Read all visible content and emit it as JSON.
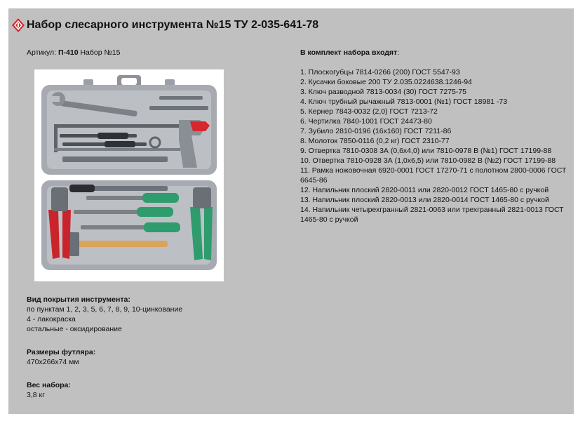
{
  "title": "Набор слесарного инструмента №15 ТУ 2-035-641-78",
  "article": {
    "label": "Артикул: ",
    "code": "П-410",
    "name": " Набор №15"
  },
  "coating": {
    "heading": "Вид покрытия инструмента:",
    "lines": [
      "по пунктам 1, 2, 3, 5, 6, 7, 8, 9, 10-цинкование",
      "4 - лакокраска",
      "остальные - оксидирование"
    ]
  },
  "case_size": {
    "heading": "Размеры футляра:",
    "value": "470x266x74 мм"
  },
  "weight": {
    "heading": "Вес набора:",
    "value": "3,8 кг"
  },
  "contents": {
    "heading": "В комплект набора входят",
    "colon": ":",
    "items": [
      "1. Плоскогубцы 7814-0266 (200) ГОСТ 5547-93",
      "2. Кусачки боковые 200 ТУ 2.035.0224638.1246-94",
      "3. Ключ разводной 7813-0034 (30) ГОСТ 7275-75",
      "4. Ключ трубный рычажный 7813-0001 (№1) ГОСТ 18981 -73",
      "5. Кернер 7843-0032 (2,0) ГОСТ 7213-72",
      "6. Чертилка 7840-1001 ГОСТ 24473-80",
      "7. Зубило 2810-0196 (16х160) ГОСТ 7211-86",
      "8. Молоток 7850-0116 (0,2 кг) ГОСТ 2310-77",
      "9. Отвертка 7810-0308 3А (0,6х4,0) или 7810-0978 В (№1) ГОСТ 17199-88",
      "10. Отвертка 7810-0928 3А (1,0х6,5) или 7810-0982 В (№2) ГОСТ 17199-88",
      "11. Рамка ножовочная 6920-0001 ГОСТ 17270-71 с полотном 2800-0006 ГОСТ 6645-86",
      "12. Напильник плоский 2820-0011 или 2820-0012 ГОСТ 1465-80 с ручкой",
      "13. Напильник плоский 2820-0013 или 2820-0014 ГОСТ 1465-80 с ручкой",
      "14. Напильник четырехгранный 2821-0063 или трехгранный 2821-0013 ГОСТ 1465-80 с ручкой"
    ]
  },
  "icons": {
    "logo": "brand-diamond-icon"
  },
  "colors": {
    "panel": "#c0c0c0",
    "logo_red": "#d6262e"
  }
}
